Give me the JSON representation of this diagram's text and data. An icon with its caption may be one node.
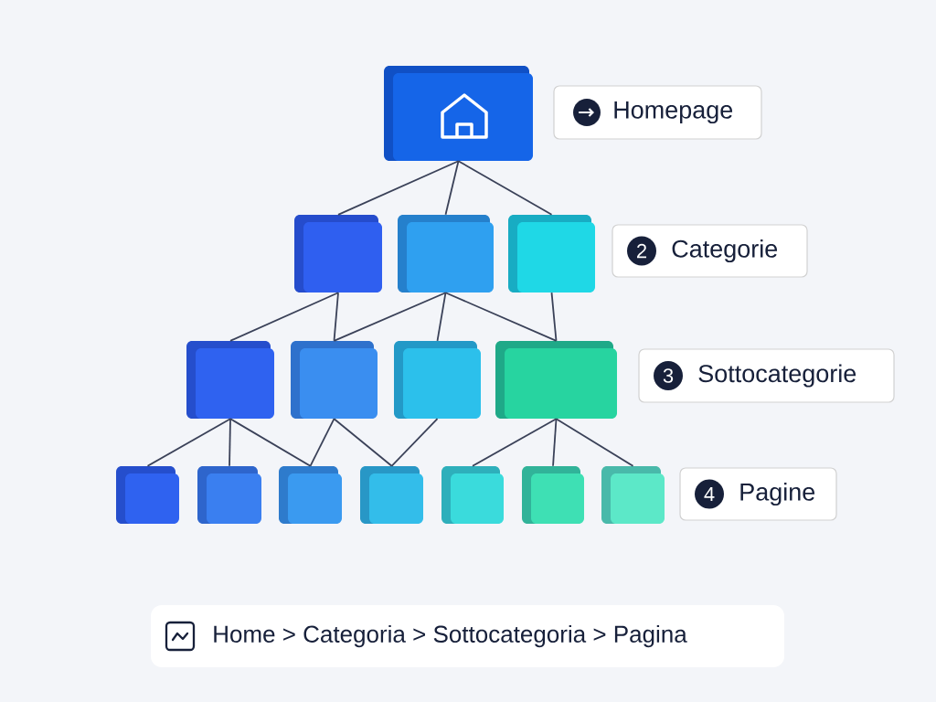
{
  "diagram": {
    "nodes": [
      {
        "text": [],
        "shape": "box"
      },
      {
        "text": [],
        "shape": "box"
      },
      {
        "text": [],
        "shape": "box"
      },
      {
        "text": [],
        "shape": "box"
      },
      {
        "text": [],
        "shape": "box"
      },
      {
        "text": [],
        "shape": "box"
      },
      {
        "text": [],
        "shape": "box"
      },
      {
        "text": [],
        "shape": "box"
      },
      {
        "text": [],
        "shape": "box"
      },
      {
        "text": [],
        "shape": "box"
      },
      {
        "text": [],
        "shape": "box"
      },
      {
        "text": [],
        "shape": "box"
      },
      {
        "text": [],
        "shape": "box"
      },
      {
        "text": [],
        "shape": "box"
      },
      {
        "text": [],
        "shape": "box"
      },
      {
        "text": [
          "Homepage"
        ]
      },
      {
        "text": [
          "2",
          "Categorie"
        ]
      },
      {
        "text": [
          "3",
          "Sottocategorie"
        ]
      },
      {
        "text": [
          "4",
          "Pagine"
        ]
      },
      {
        "text": [
          "Home > Categoria > Sottocategoria > Pagina"
        ]
      }
    ],
    "edges": [
      {
        "from": 0,
        "to": 1,
        "arrow": "none"
      },
      {
        "from": 0,
        "to": 2,
        "arrow": "none"
      },
      {
        "from": 0,
        "to": 3,
        "arrow": "none"
      },
      {
        "from": 1,
        "to": 4,
        "arrow": "none"
      },
      {
        "from": 1,
        "to": 5,
        "arrow": "none"
      },
      {
        "from": 2,
        "to": 5,
        "arrow": "none"
      },
      {
        "from": 2,
        "to": 6,
        "arrow": "none"
      },
      {
        "from": 2,
        "to": 7,
        "arrow": "none"
      },
      {
        "from": 3,
        "to": 7,
        "arrow": "none"
      },
      {
        "from": 4,
        "to": 8,
        "arrow": "none"
      },
      {
        "from": 4,
        "to": 9,
        "arrow": "none"
      },
      {
        "from": 4,
        "to": 10,
        "arrow": "none"
      },
      {
        "from": 5,
        "to": 10,
        "arrow": "none"
      },
      {
        "from": 5,
        "to": 11,
        "arrow": "none"
      },
      {
        "from": 6,
        "to": 11,
        "arrow": "none"
      },
      {
        "from": 7,
        "to": 12,
        "arrow": "none"
      },
      {
        "from": 7,
        "to": 13,
        "arrow": "none"
      },
      {
        "from": 7,
        "to": 14,
        "arrow": "none"
      }
    ]
  }
}
